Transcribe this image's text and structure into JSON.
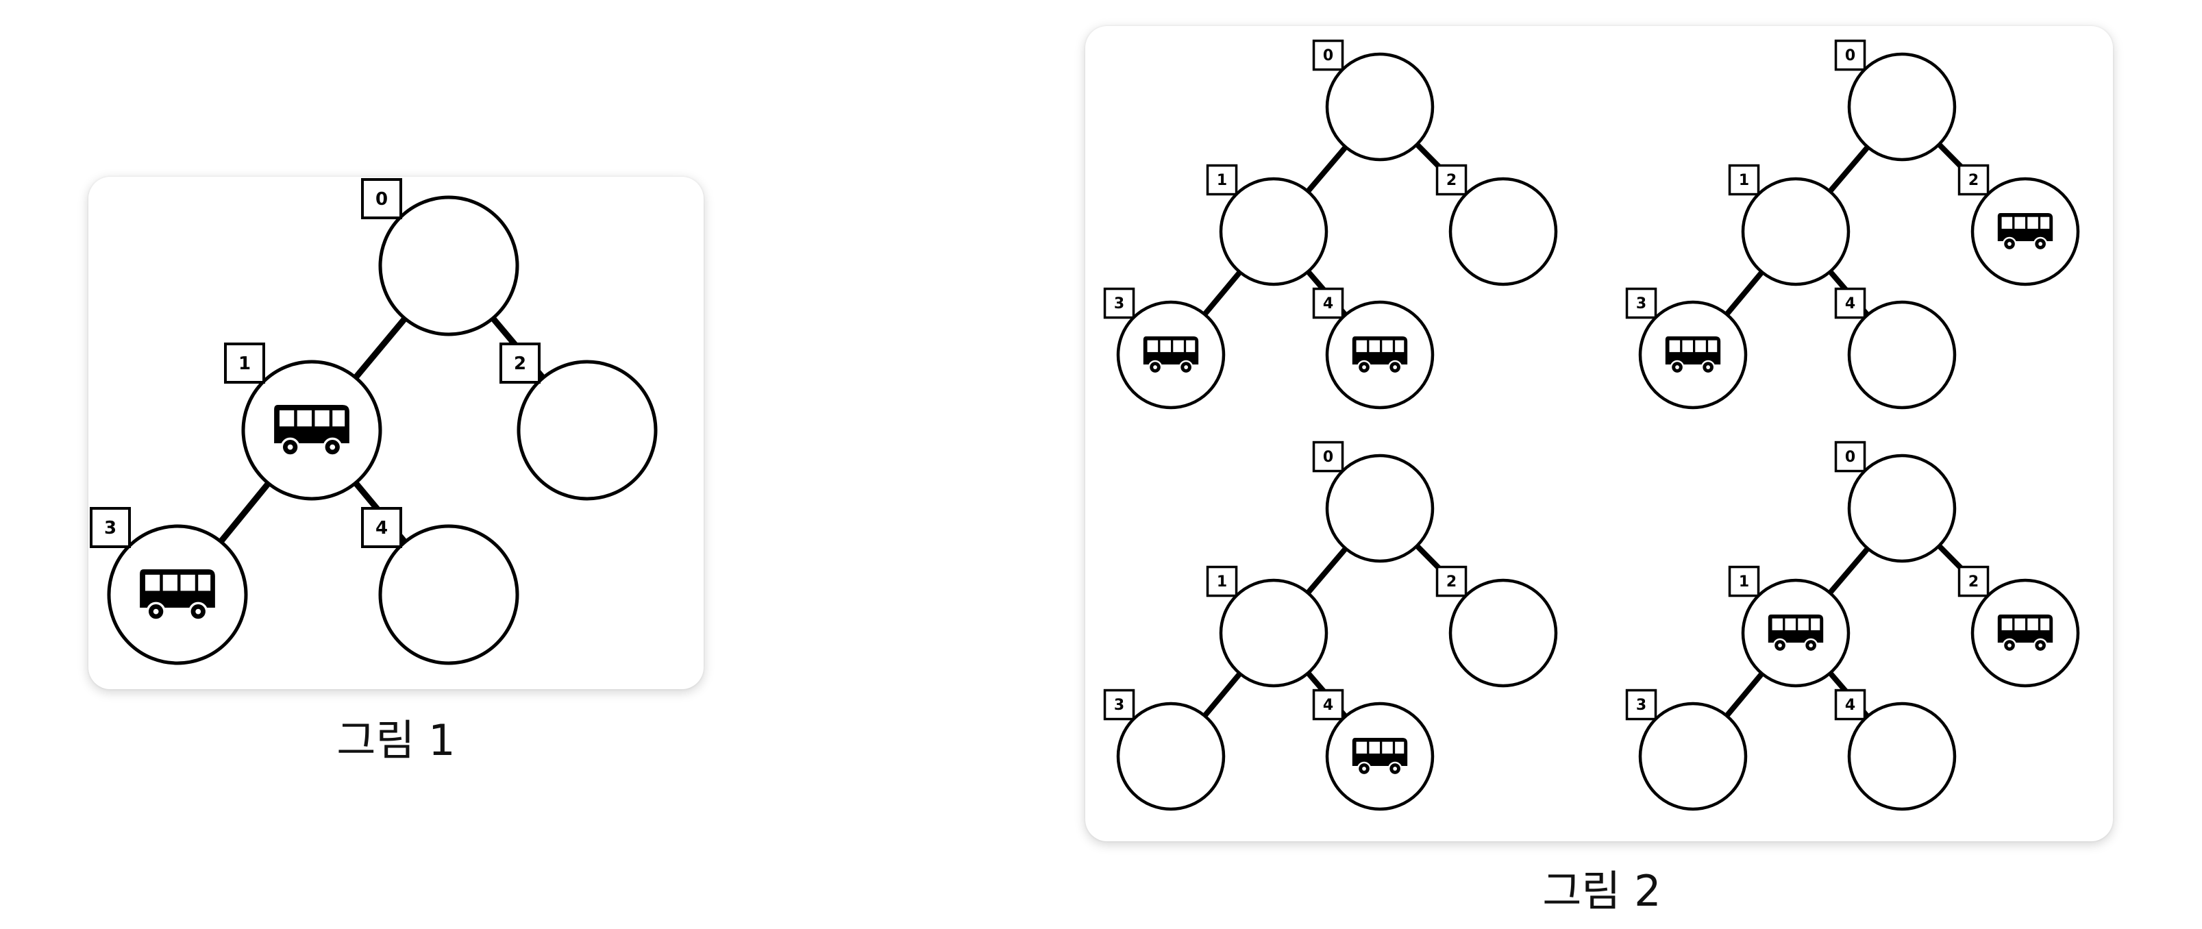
{
  "figures": [
    {
      "caption": "그림 1",
      "trees": [
        {
          "nodes": [
            {
              "label": "0",
              "has_bus": false
            },
            {
              "label": "1",
              "has_bus": true
            },
            {
              "label": "2",
              "has_bus": false
            },
            {
              "label": "3",
              "has_bus": true
            },
            {
              "label": "4",
              "has_bus": false
            }
          ]
        }
      ]
    },
    {
      "caption": "그림 2",
      "trees": [
        {
          "nodes": [
            {
              "label": "0",
              "has_bus": false
            },
            {
              "label": "1",
              "has_bus": false
            },
            {
              "label": "2",
              "has_bus": false
            },
            {
              "label": "3",
              "has_bus": true
            },
            {
              "label": "4",
              "has_bus": true
            }
          ]
        },
        {
          "nodes": [
            {
              "label": "0",
              "has_bus": false
            },
            {
              "label": "1",
              "has_bus": false
            },
            {
              "label": "2",
              "has_bus": true
            },
            {
              "label": "3",
              "has_bus": true
            },
            {
              "label": "4",
              "has_bus": false
            }
          ]
        },
        {
          "nodes": [
            {
              "label": "0",
              "has_bus": false
            },
            {
              "label": "1",
              "has_bus": false
            },
            {
              "label": "2",
              "has_bus": false
            },
            {
              "label": "3",
              "has_bus": false
            },
            {
              "label": "4",
              "has_bus": true
            }
          ]
        },
        {
          "nodes": [
            {
              "label": "0",
              "has_bus": false
            },
            {
              "label": "1",
              "has_bus": true
            },
            {
              "label": "2",
              "has_bus": true
            },
            {
              "label": "3",
              "has_bus": false
            },
            {
              "label": "4",
              "has_bus": false
            }
          ]
        }
      ]
    }
  ],
  "edges": [
    [
      0,
      1
    ],
    [
      0,
      2
    ],
    [
      1,
      3
    ],
    [
      1,
      4
    ]
  ],
  "colors": {
    "stroke": "#000000",
    "node_fill": "#ffffff",
    "background": "#ffffff"
  },
  "icons": {
    "vehicle": "bus-icon"
  }
}
